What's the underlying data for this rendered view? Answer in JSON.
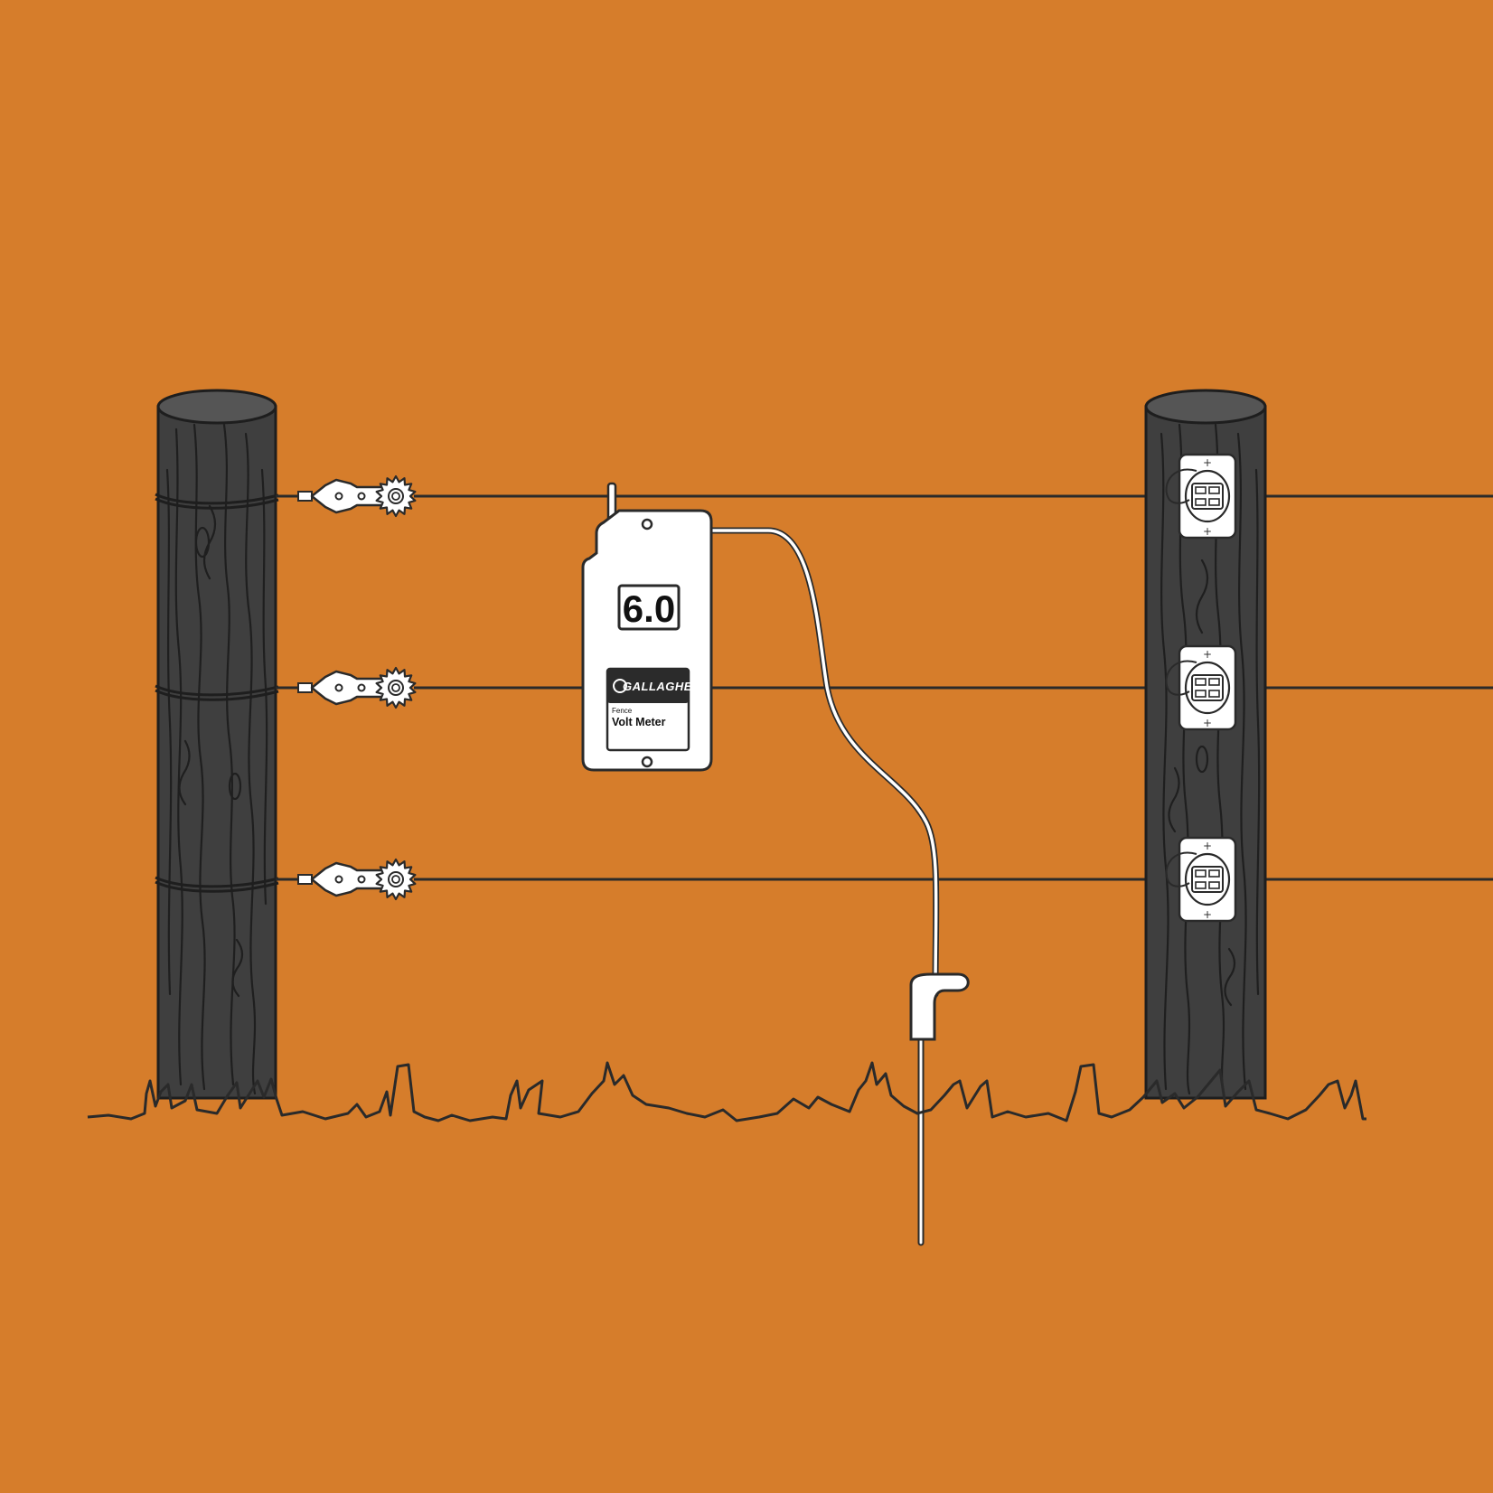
{
  "scene": {
    "background_color": "#d67d2b",
    "post_color": "#3f3f3f",
    "wire_color": "#2a2a2a",
    "line_color": "#2a2a2a"
  },
  "volt_meter": {
    "reading": "6.0",
    "brand": "GALLAGHER",
    "label_small": "Fence",
    "label_main": "Volt Meter"
  },
  "icons": {
    "strainers": "tensioner-ratchet-icon",
    "insulators": "line-insulator-icon",
    "earth_probe": "earth-probe-icon"
  }
}
